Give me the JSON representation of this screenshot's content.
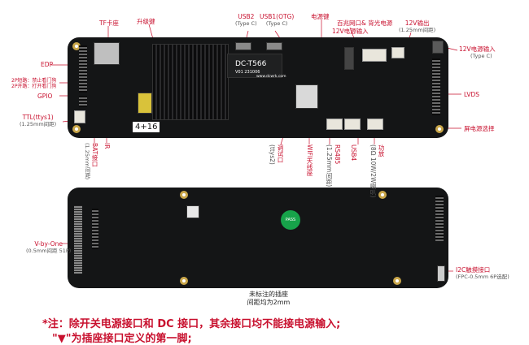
{
  "top_labels": {
    "tf_card": "TF卡座",
    "upgrade_key": "升级键",
    "usb2": "USB2",
    "usb2_type": "(Type C)",
    "usb1": "USB1(OTG)",
    "usb1_type": "(Type C)",
    "power_key": "电源键",
    "ethernet_backlight": "百兆网口& 背光电源",
    "dc12v_in": "12V电源输入",
    "out12v": "12V输出",
    "out12v_pitch": "(1.25mm间距)",
    "dc12v_input_right": "12V电源输入",
    "dc12v_input_right_type": "(Type C)",
    "edp": "EDP",
    "nc_text": "2P短路：禁止看门狗\n2P开路：打开看门狗",
    "gpio": "GPIO",
    "ttl": "TTL(ttys1)",
    "ttl_pitch": "(1.25mm间距)",
    "lvds": "LVDS",
    "screen_power_select": "屏电源选择"
  },
  "bottom_vertical_labels": {
    "bat": "BAT接口",
    "bat_pitch": "(1.25mm间距)",
    "ir": "IR",
    "debug": "调试口",
    "debug_sub": "(ttys2)",
    "wifi": "WIFI天线座",
    "rs485": "RS485",
    "rs485_pitch": "(1.25mm间距)",
    "usb4": "USB4",
    "speaker": "功放",
    "speaker_sub": "(8Ω 10W/2W喇叭)"
  },
  "board_text": {
    "model": "DC-T566",
    "version": "V01 231006",
    "website": "www.dcwrk.com",
    "mem": "4+16",
    "pass": "PASS"
  },
  "lower_labels": {
    "vbyone": "V-by-One",
    "vbyone_pitch": "(0.5mm间距 51P)",
    "i2c": "I2C触摸接口",
    "i2c_sub": "(FPC-0.5mm 6P选配)",
    "unmarked": "未标注的插座",
    "unmarked_pitch": "间距均为2mm"
  },
  "notes": {
    "line1": "*注：除开关电源接口和 DC 接口，其余接口均不能接电源输入;",
    "line2": "\"▼\"为插座接口定义的第一脚;"
  },
  "colors": {
    "label_red": "#c8102e",
    "board": "#141516",
    "gold": "#c9a64a"
  }
}
